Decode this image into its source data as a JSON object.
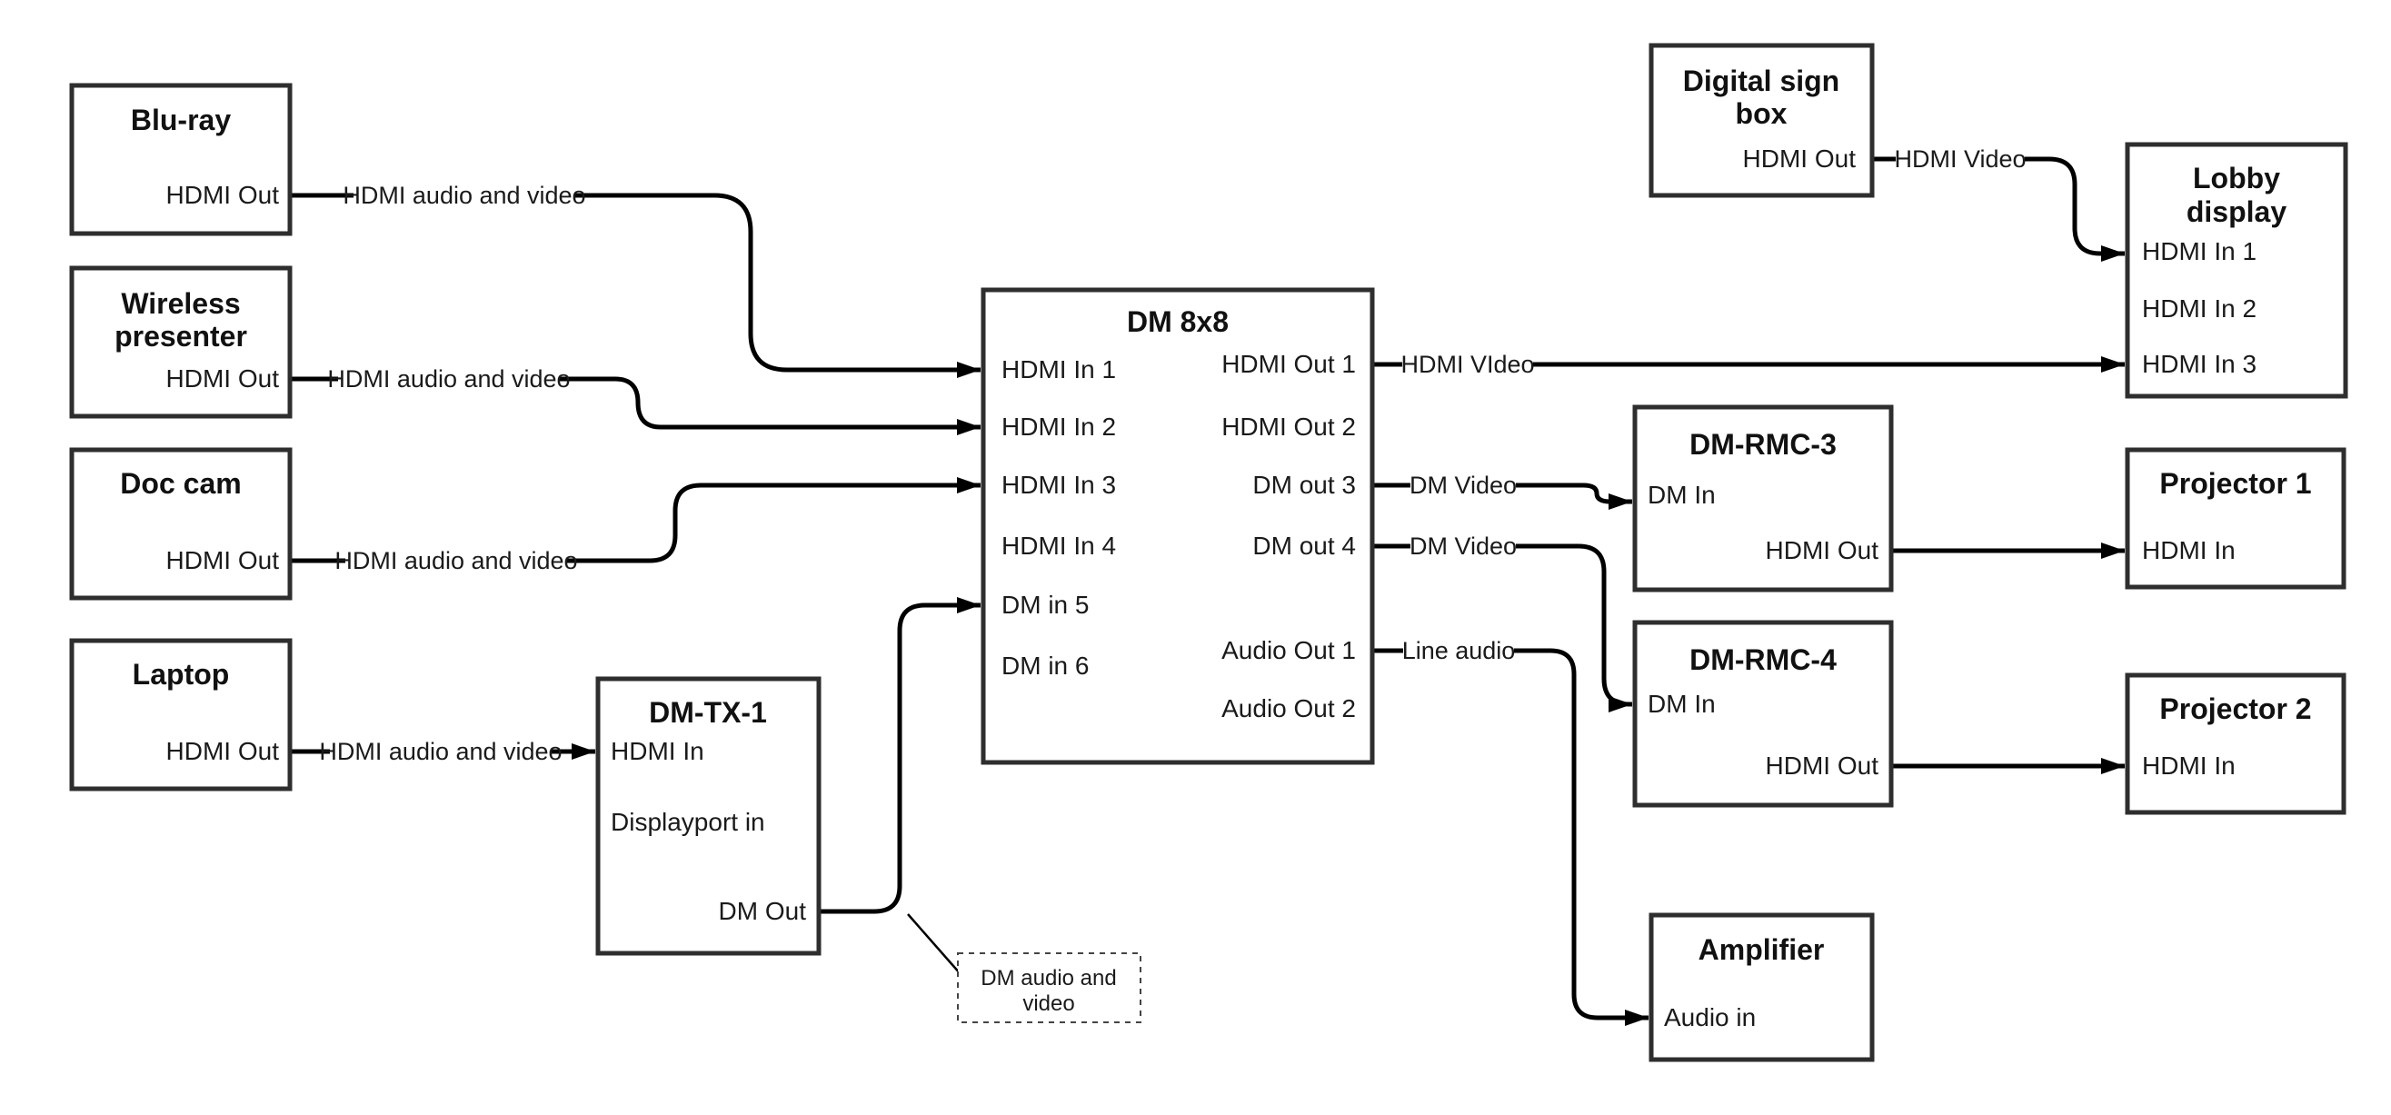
{
  "boxes": {
    "bluray": {
      "title_lines": [
        "Blu-ray"
      ],
      "ports": {
        "hdmi_out": "HDMI Out"
      }
    },
    "wireless": {
      "title_lines": [
        "Wireless",
        "presenter"
      ],
      "ports": {
        "hdmi_out": "HDMI Out"
      }
    },
    "doccam": {
      "title_lines": [
        "Doc cam"
      ],
      "ports": {
        "hdmi_out": "HDMI Out"
      }
    },
    "laptop": {
      "title_lines": [
        "Laptop"
      ],
      "ports": {
        "hdmi_out": "HDMI Out"
      }
    },
    "dmtx1": {
      "title_lines": [
        "DM-TX-1"
      ],
      "ports": {
        "hdmi_in": "HDMI In",
        "displayport_in": "Displayport in",
        "dm_out": "DM Out"
      }
    },
    "dm8x8": {
      "title_lines": [
        "DM 8x8"
      ],
      "left_ports": [
        "HDMI In 1",
        "HDMI In 2",
        "HDMI In 3",
        "HDMI In 4",
        "DM in 5",
        "DM in 6"
      ],
      "right_ports": [
        "HDMI Out 1",
        "HDMI Out 2",
        "DM out 3",
        "DM out 4",
        "Audio Out 1",
        "Audio Out 2"
      ]
    },
    "digital_sign": {
      "title_lines": [
        "Digital sign",
        "box"
      ],
      "ports": {
        "hdmi_out": "HDMI Out"
      }
    },
    "lobby": {
      "title_lines": [
        "Lobby",
        "display"
      ],
      "ports_list": [
        "HDMI In 1",
        "HDMI In 2",
        "HDMI In 3"
      ]
    },
    "dmrmc3": {
      "title_lines": [
        "DM-RMC-3"
      ],
      "ports": {
        "dm_in": "DM In",
        "hdmi_out": "HDMI Out"
      }
    },
    "projector1": {
      "title_lines": [
        "Projector 1"
      ],
      "ports": {
        "hdmi_in": "HDMI In"
      }
    },
    "dmrmc4": {
      "title_lines": [
        "DM-RMC-4"
      ],
      "ports": {
        "dm_in": "DM In",
        "hdmi_out": "HDMI Out"
      }
    },
    "projector2": {
      "title_lines": [
        "Projector 2"
      ],
      "ports": {
        "hdmi_in": "HDMI In"
      }
    },
    "amplifier": {
      "title_lines": [
        "Amplifier"
      ],
      "ports": {
        "audio_in": "Audio in"
      }
    }
  },
  "wire_labels": {
    "bluray_to_dm8x8": "HDMI audio and video",
    "wireless_to_dm8x8": "HDMI audio and video",
    "doccam_to_dm8x8": "HDMI audio and video",
    "laptop_to_dmtx1": "HDMI audio and video",
    "hdmi_out1_to_lobby": "HDMI VIdeo",
    "dm_out3_to_rmc3": "DM Video",
    "dm_out4_to_rmc4": "DM Video",
    "audio_out1_to_amp": "Line audio",
    "digital_sign_to_lobby": "HDMI Video"
  },
  "annotation": {
    "lines": [
      "DM audio and",
      "video"
    ]
  },
  "colors": {
    "wire": "#000000",
    "box_border": "#2e2e2e",
    "text": "#1a1a1a",
    "background": "#ffffff"
  }
}
